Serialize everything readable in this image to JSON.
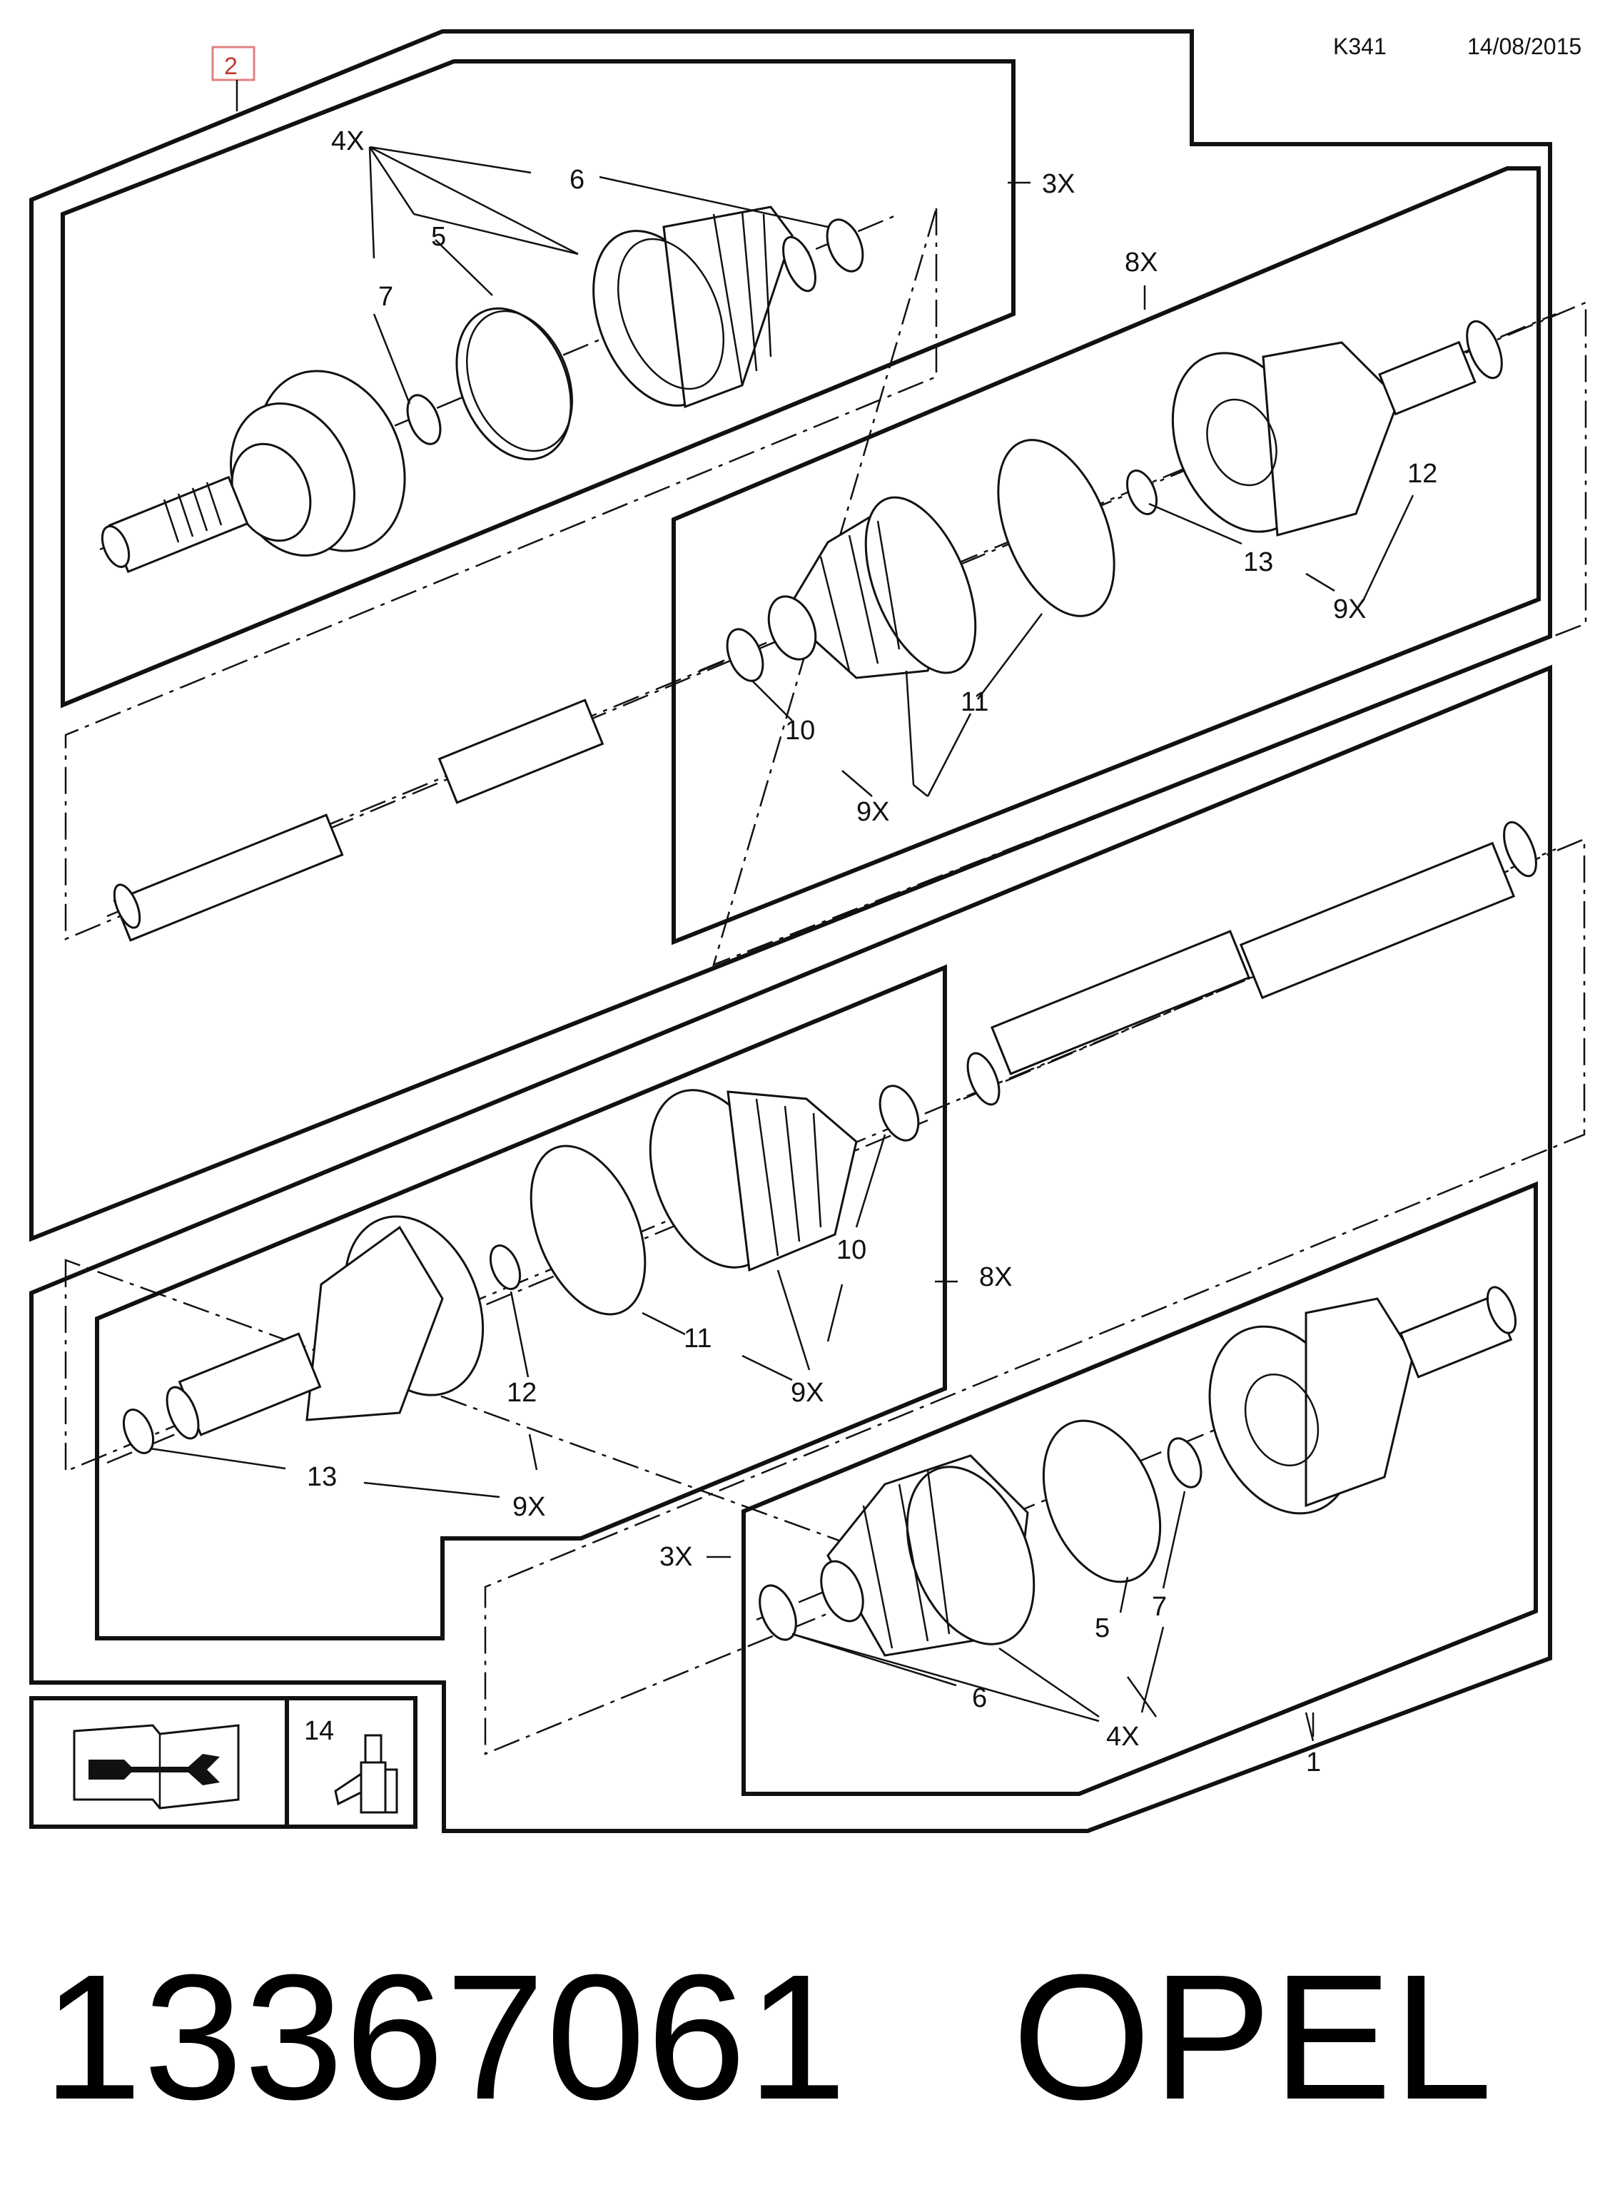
{
  "header": {
    "code": "K341",
    "date": "14/08/2015",
    "ref_box": "2"
  },
  "callouts": {
    "top_4x": "4X",
    "top_6": "6",
    "top_5": "5",
    "top_7": "7",
    "top_3x": "3X",
    "r_8x": "8X",
    "r_12": "12",
    "r_13": "13",
    "r_9x_a": "9X",
    "r_10": "10",
    "r_11": "11",
    "r_9x_b": "9X",
    "m_8x": "8X",
    "m_10": "10",
    "m_11": "11",
    "m_9x_a": "9X",
    "m_12": "12",
    "m_13": "13",
    "m_9x_b": "9X",
    "b_3x": "3X",
    "b_5": "5",
    "b_7": "7",
    "b_6": "6",
    "b_4x": "4X",
    "b_1": "1",
    "kit_14": "14"
  },
  "icons": [
    "manual-wrench-icon",
    "grease-tube-icon"
  ],
  "footer": {
    "part_number": "13367061",
    "brand": "OPEL"
  }
}
